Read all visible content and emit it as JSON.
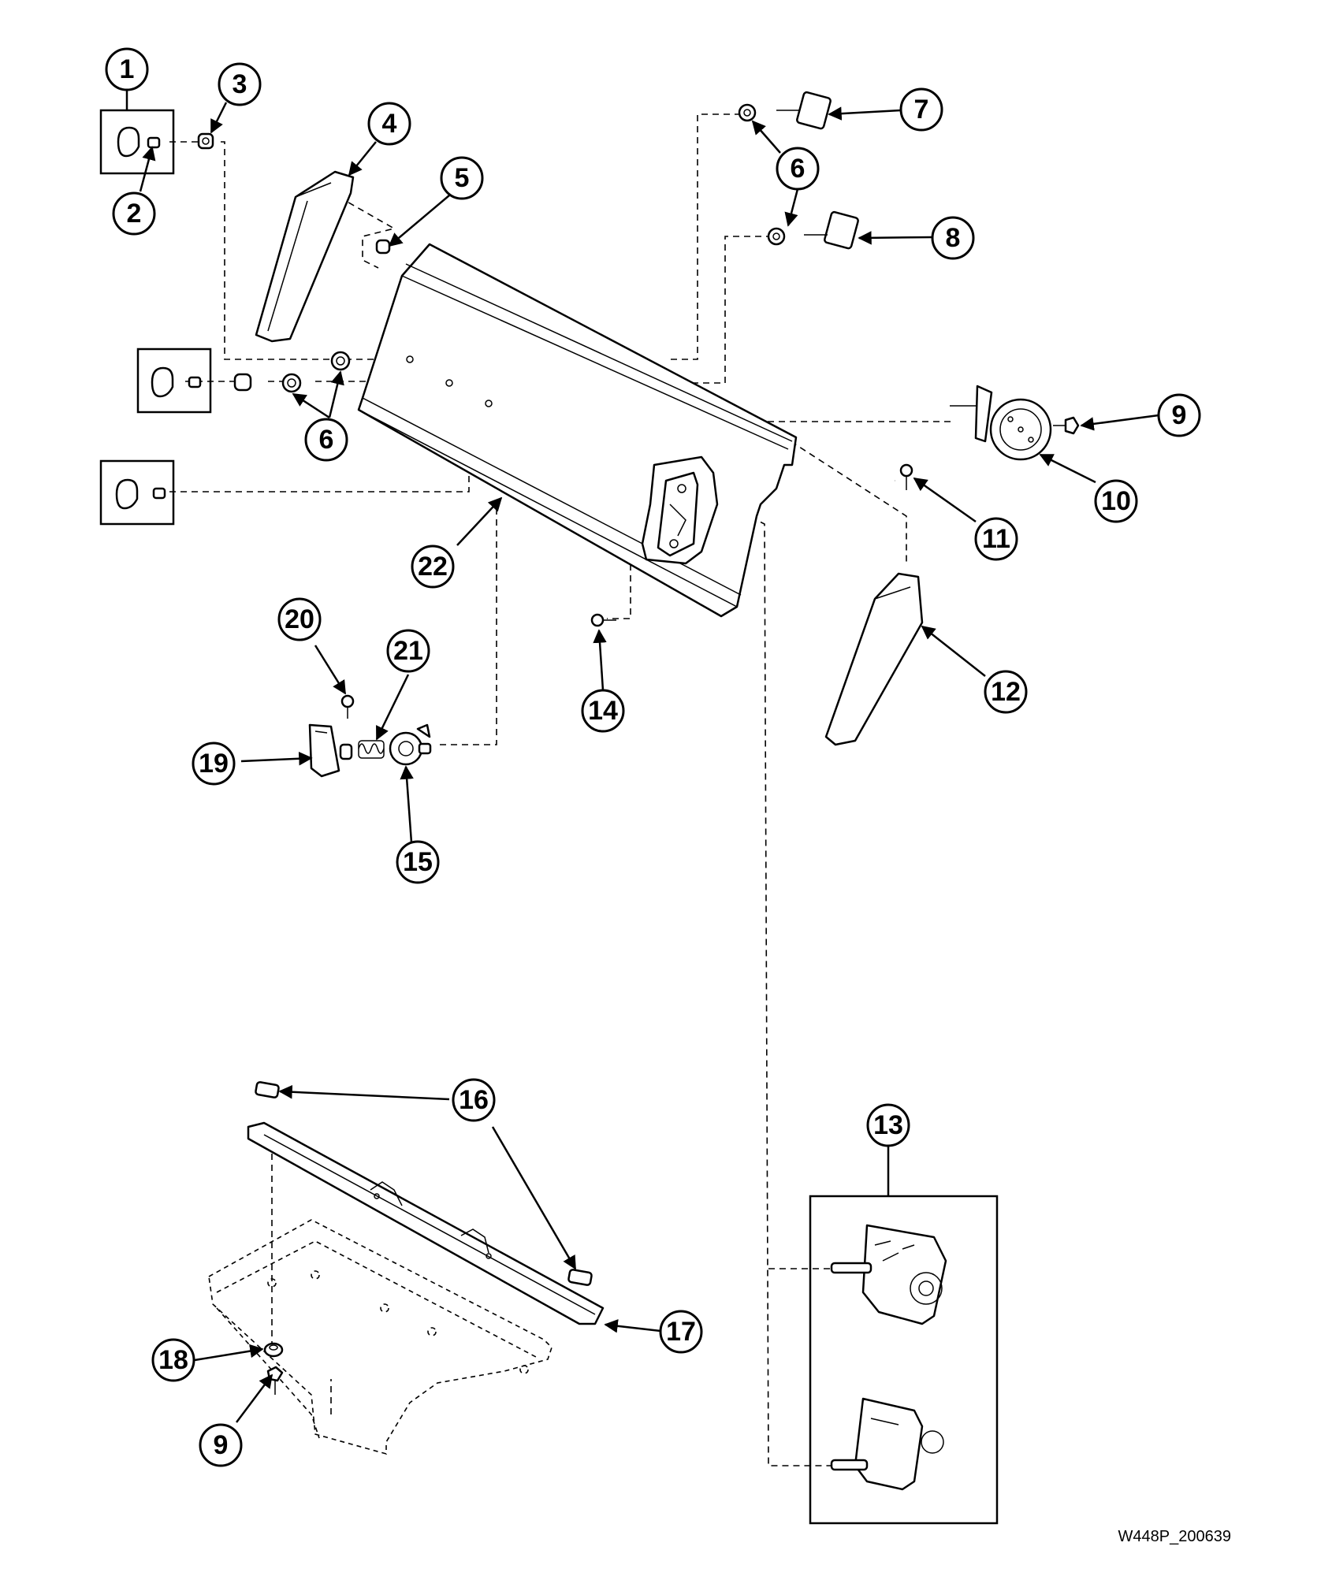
{
  "diagram_code": "W448P_200639",
  "callouts": [
    "1",
    "2",
    "3",
    "4",
    "5",
    "6",
    "6",
    "7",
    "8",
    "9",
    "10",
    "11",
    "12",
    "13",
    "14",
    "15",
    "16",
    "17",
    "18",
    "9",
    "19",
    "20",
    "21",
    "22"
  ],
  "colors": {
    "ink": "#000000",
    "paper": "#ffffff"
  }
}
